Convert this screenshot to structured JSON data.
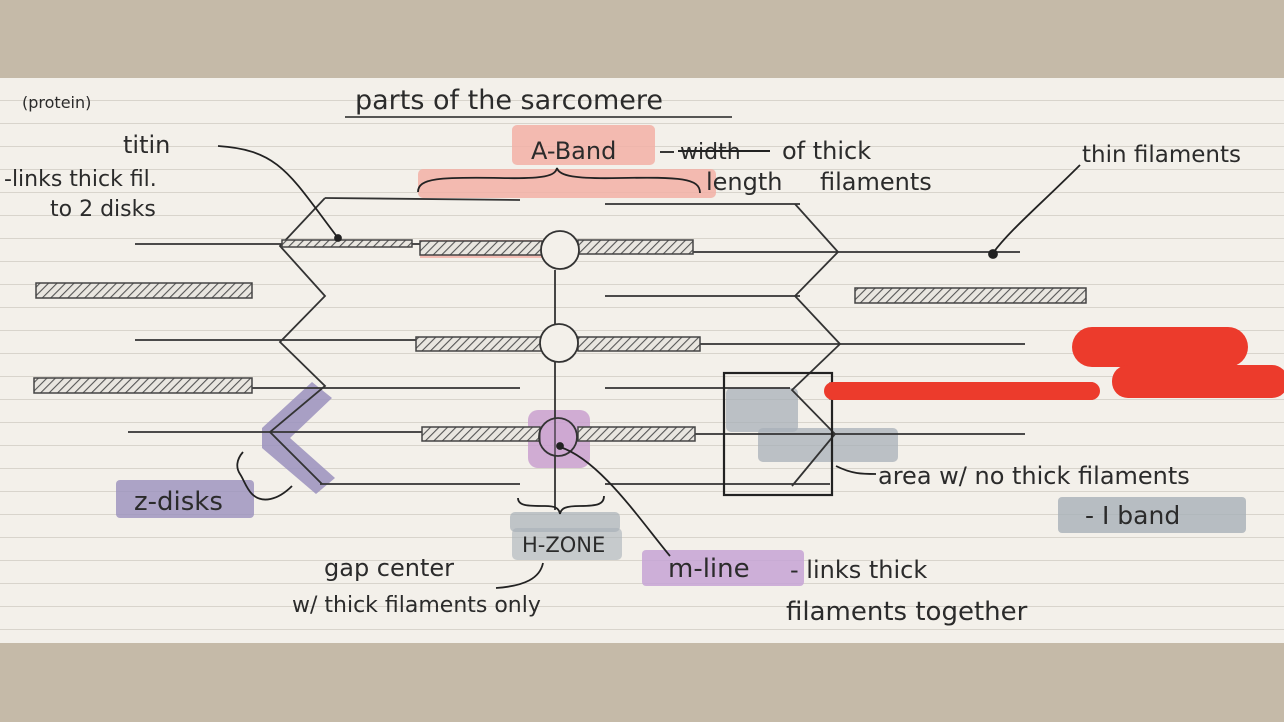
{
  "title": "parts of the sarcomere",
  "titin": {
    "note": "(protein)",
    "name": "titin",
    "line1": "-links thick fil.",
    "line2": "to 2 disks"
  },
  "a_band": {
    "name": "A-Band",
    "dash": "-",
    "struck": "width",
    "line1": "of thick",
    "line2_a": "length",
    "line2_b": "filaments"
  },
  "thin_filaments": "thin filaments",
  "z_disks": "z-disks",
  "h_zone": {
    "name": "H-ZONE",
    "line1": "gap center",
    "line2": "w/ thick filaments only"
  },
  "m_line": {
    "name": "m-line",
    "line1": "- links thick",
    "line2": "filaments together"
  },
  "i_band": {
    "line1": "area w/ no thick filaments",
    "line2": "- I band"
  },
  "colors": {
    "paper": "#f3f0ea",
    "background": "#c5baa8",
    "ink": "#2b2b2b",
    "pink_highlight": "#f2b0a6",
    "purple_highlight": "#9a90bd",
    "gray_highlight": "#a8b0b8",
    "redaction": "#ec3b2c"
  }
}
